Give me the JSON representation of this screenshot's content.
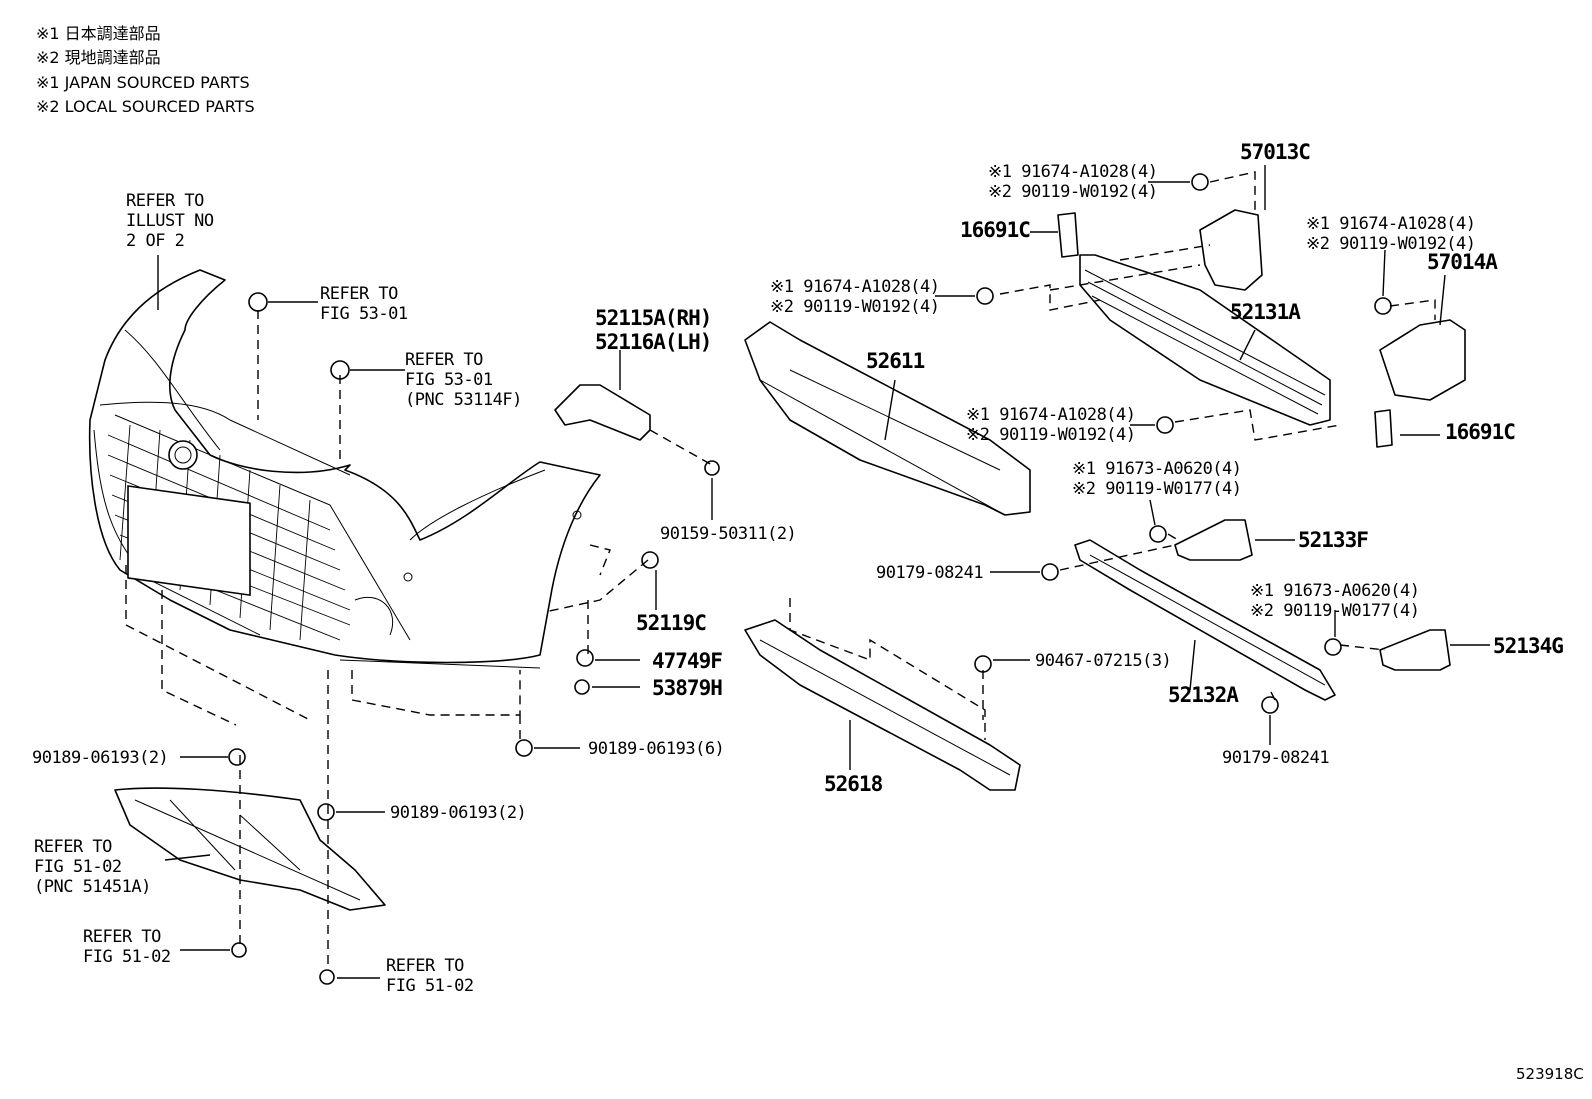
{
  "notes": [
    "※1 日本調達部品",
    "※2 現地調達部品",
    "※1 JAPAN SOURCED PARTS",
    "※2 LOCAL SOURCED PARTS"
  ],
  "callouts": {
    "refer_illust": "REFER TO\nILLUST NO\n2 OF 2",
    "refer_fig53_a": "REFER TO\nFIG 53-01",
    "refer_fig53_b": "REFER TO\nFIG 53-01\n(PNC 53114F)",
    "refer_fig51_cover": "REFER TO\nFIG 51-02\n(PNC 51451A)",
    "refer_fig51_a": "REFER TO\nFIG 51-02",
    "refer_fig51_b": "REFER TO\nFIG 51-02"
  },
  "parts": {
    "p57013C": "57013C",
    "p16691C_top": "16691C",
    "p16691C_right": "16691C",
    "p57014A": "57014A",
    "p52131A": "52131A",
    "p52611": "52611",
    "p52115A": "52115A(RH)\n52116A(LH)",
    "p52119C": "52119C",
    "p47749F": "47749F",
    "p53879H": "53879H",
    "p52133F": "52133F",
    "p52134G": "52134G",
    "p52132A": "52132A",
    "p52618": "52618"
  },
  "fasteners": {
    "f_top": "※1 91674-A1028(4)\n※2 90119-W0192(4)",
    "f_right": "※1 91674-A1028(4)\n※2 90119-W0192(4)",
    "f_left": "※1 91674-A1028(4)\n※2 90119-W0192(4)",
    "f_mid": "※1 91674-A1028(4)\n※2 90119-W0192(4)",
    "f_52133": "※1 91673-A0620(4)\n※2 90119-W0177(4)",
    "f_52134": "※1 91673-A0620(4)\n※2 90119-W0177(4)",
    "f_90179_a": "90179-08241",
    "f_90179_b": "90179-08241",
    "f_90159": "90159-50311(2)",
    "f_90467": "90467-07215(3)",
    "f_90189_a": "90189-06193(2)",
    "f_90189_b": "90189-06193(6)",
    "f_90189_c": "90189-06193(2)"
  },
  "illustration_id": "523918C"
}
